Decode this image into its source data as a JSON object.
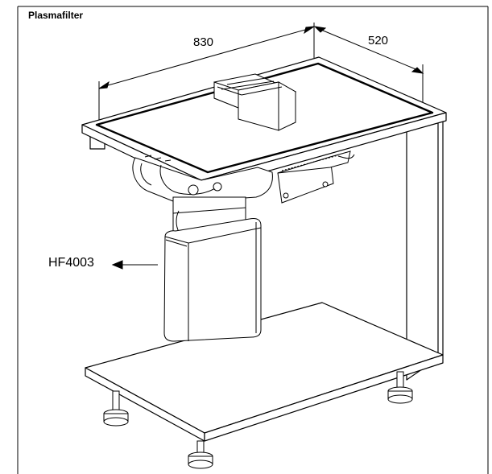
{
  "figure": {
    "title": "Plasmafilter",
    "dimensions": {
      "width_label": "830",
      "depth_label": "520"
    },
    "callout_label": "HF4003"
  }
}
